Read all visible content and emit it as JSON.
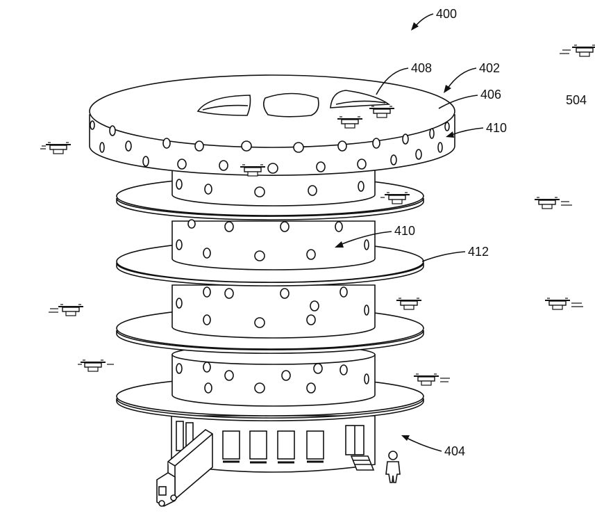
{
  "labels": {
    "l400": "400",
    "l402": "402",
    "l404": "404",
    "l406": "406",
    "l408": "408",
    "l410a": "410",
    "l410b": "410",
    "l412": "412",
    "l504": "504"
  },
  "colors": {
    "ink": "#111111",
    "paper": "#ffffff"
  },
  "icons": [
    "drone-icon",
    "truck-icon",
    "person-icon",
    "door-icon"
  ]
}
